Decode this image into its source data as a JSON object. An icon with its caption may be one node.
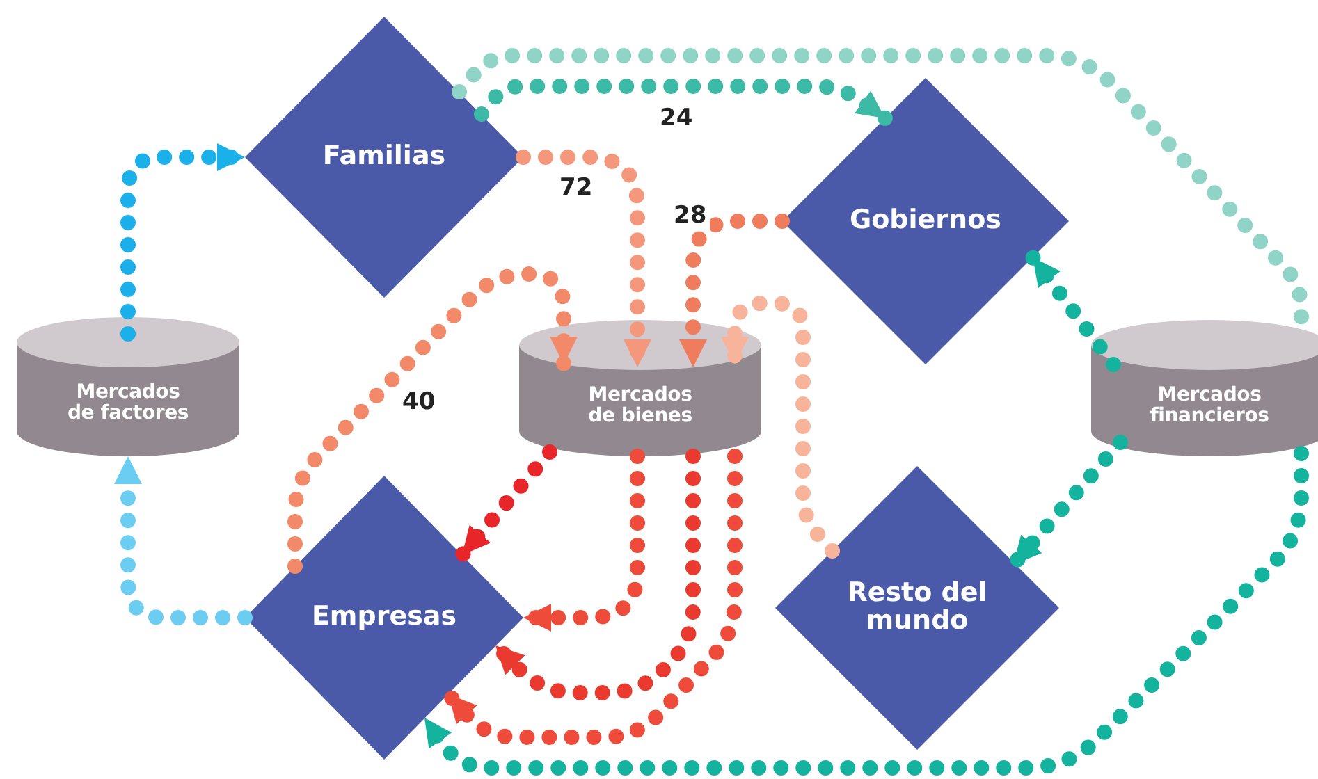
{
  "diagram": {
    "nodes": [
      {
        "text": [
          "Familias"
        ]
      },
      {
        "text": [
          "Gobiernos"
        ]
      },
      {
        "text": [
          "Mercados de factores"
        ]
      },
      {
        "text": [
          "Mercados de bienes"
        ]
      },
      {
        "text": [
          "Mercados financieros"
        ]
      },
      {
        "text": [
          "Empresas"
        ]
      },
      {
        "text": [
          "Resto del mundo"
        ]
      }
    ],
    "edges": [
      {
        "from": 2,
        "to": 0,
        "arrow": "to",
        "color": "#1ab0ea"
      },
      {
        "from": 5,
        "to": 2,
        "arrow": "to",
        "color": "#6ccdf2"
      },
      {
        "from": 0,
        "to": 1,
        "arrow": "to",
        "label": "24",
        "color": "#3dbaa5"
      },
      {
        "from": 0,
        "to": 4,
        "arrow": "none",
        "color": "#8fd4c6"
      },
      {
        "from": 4,
        "to": 5,
        "arrow": "to",
        "color": "#14b39e"
      },
      {
        "from": 4,
        "to": 1,
        "arrow": "to",
        "color": "#14b39e"
      },
      {
        "from": 4,
        "to": 6,
        "arrow": "to",
        "color": "#14b39e"
      },
      {
        "from": 0,
        "to": 3,
        "arrow": "to",
        "label": "72",
        "color": "#f5977a"
      },
      {
        "from": 1,
        "to": 3,
        "arrow": "to",
        "label": "28",
        "color": "#f07c5e"
      },
      {
        "from": 6,
        "to": 3,
        "arrow": "to",
        "color": "#f7b49a"
      },
      {
        "from": 5,
        "to": 3,
        "arrow": "to",
        "label": "40",
        "color": "#f28a6a"
      },
      {
        "from": 3,
        "to": 5,
        "arrow": "to",
        "color": "#e8262a"
      },
      {
        "from": 3,
        "to": 5,
        "arrow": "to",
        "color": "#ee4b3a"
      },
      {
        "from": 3,
        "to": 5,
        "arrow": "to",
        "color": "#ea3a30"
      },
      {
        "from": 3,
        "to": 5,
        "arrow": "to",
        "color": "#ee4b3a"
      }
    ]
  }
}
